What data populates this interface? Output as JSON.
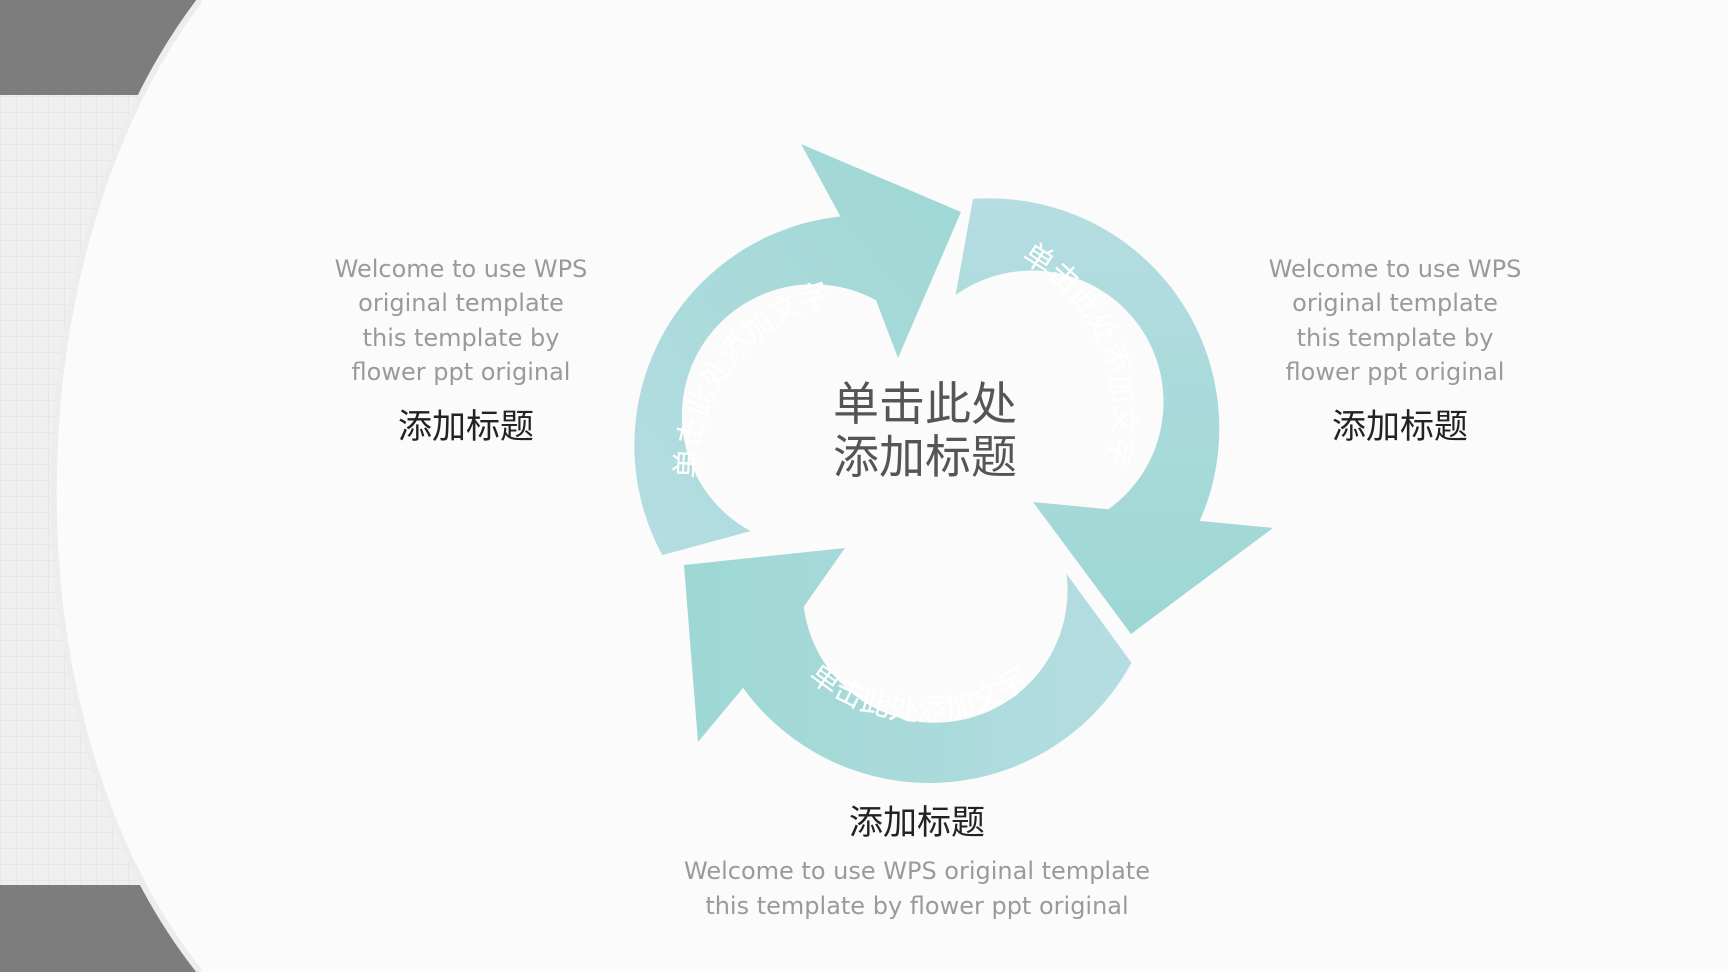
{
  "center": {
    "title": "单击此处添加标题"
  },
  "arrows": [
    {
      "label": "单击此处添加文字"
    },
    {
      "label": "单击此处添加文字"
    },
    {
      "label": "单击此处添加文字"
    }
  ],
  "blocks": {
    "left": {
      "lines": [
        "Welcome to use WPS",
        "original template",
        "this template by",
        "flower ppt original"
      ],
      "title": "添加标题"
    },
    "right": {
      "lines": [
        "Welcome to use WPS",
        "original template",
        "this template by",
        "flower ppt original"
      ],
      "title": "添加标题"
    },
    "bottom": {
      "title": "添加标题",
      "lines": [
        "Welcome to use WPS original template",
        "this template by flower ppt original"
      ]
    }
  },
  "colors": {
    "teal": "#9dd7d3",
    "teal_light": "#b5dde2",
    "label": "#ffffff"
  }
}
